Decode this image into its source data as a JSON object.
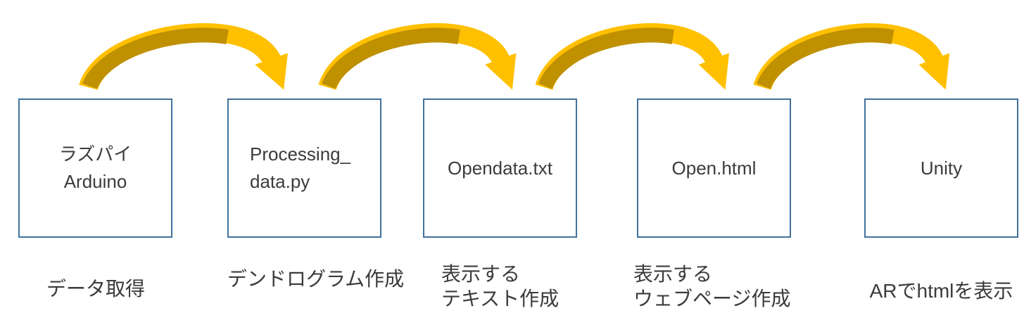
{
  "diagram_title": "",
  "steps": [
    {
      "box_lines": [
        "ラズパイ",
        "Arduino"
      ],
      "caption_lines": [
        "データ取得"
      ]
    },
    {
      "box_lines": [
        "Processing_",
        "data.py"
      ],
      "caption_lines": [
        "デンドログラム作成"
      ]
    },
    {
      "box_lines": [
        "Opendata.txt"
      ],
      "caption_lines": [
        "表示する",
        "テキスト作成"
      ]
    },
    {
      "box_lines": [
        "Open.html"
      ],
      "caption_lines": [
        "表示する",
        "ウェブページ作成"
      ]
    },
    {
      "box_lines": [
        "Unity"
      ],
      "caption_lines": [
        "ARでhtmlを表示"
      ]
    }
  ],
  "arrows": [
    {
      "name": "arrow-1",
      "from_step": 1,
      "to_step": 2,
      "direction": "right",
      "style": "curved"
    },
    {
      "name": "arrow-2",
      "from_step": 2,
      "to_step": 3,
      "direction": "right",
      "style": "curved"
    },
    {
      "name": "arrow-3",
      "from_step": 3,
      "to_step": 4,
      "direction": "right",
      "style": "curved"
    },
    {
      "name": "arrow-4",
      "from_step": 4,
      "to_step": 5,
      "direction": "right",
      "style": "curved"
    }
  ],
  "colors": {
    "arrow_bright": "#FFC000",
    "arrow_dark": "#BF9000",
    "box_border": "#41719C",
    "text": "#3B3B3B",
    "background": "#FFFFFF"
  }
}
